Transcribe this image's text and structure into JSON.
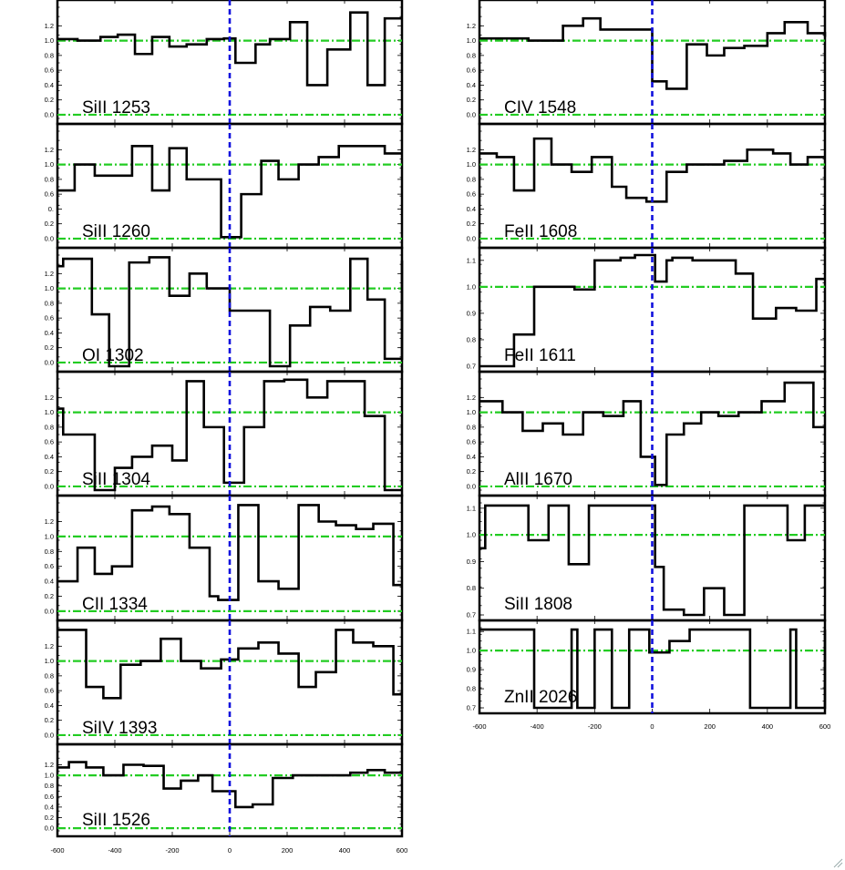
{
  "chart_data": [
    {
      "type": "line",
      "title": "SiII 1253",
      "xlim": [
        -600,
        600
      ],
      "ylim": [
        -0.05,
        1.45
      ],
      "ticks": [
        "0.0",
        "0.2",
        "0.4",
        "0.6",
        "0.8",
        "1.0",
        "1.2"
      ],
      "tick_values": [
        0,
        0.2,
        0.4,
        0.6,
        0.8,
        1.0,
        1.2
      ],
      "ref_levels": [
        0,
        1.0
      ],
      "series": [
        {
          "x": [
            -600,
            -530,
            -450,
            -390,
            -330,
            -270,
            -210,
            -150,
            -80,
            -20,
            20,
            90,
            140,
            210,
            270,
            340,
            420,
            480,
            540,
            600
          ],
          "y": [
            1.02,
            1.0,
            1.05,
            1.08,
            0.82,
            1.05,
            0.92,
            0.95,
            1.02,
            1.03,
            0.7,
            0.95,
            1.02,
            1.25,
            0.4,
            0.88,
            1.38,
            0.4,
            1.3,
            1.3
          ]
        }
      ]
    },
    {
      "type": "line",
      "title": "SiII 1260",
      "xlim": [
        -600,
        600
      ],
      "ylim": [
        -0.05,
        1.45
      ],
      "ticks": [
        "0.0",
        "0.2",
        "0.",
        "0.6",
        "0.8",
        "1.0",
        "1.2"
      ],
      "tick_values": [
        0,
        0.2,
        0.4,
        0.6,
        0.8,
        1.0,
        1.2
      ],
      "ref_levels": [
        0,
        1.0
      ],
      "series": [
        {
          "x": [
            -600,
            -540,
            -470,
            -400,
            -340,
            -270,
            -210,
            -150,
            -30,
            40,
            110,
            170,
            240,
            310,
            380,
            440,
            540,
            600
          ],
          "y": [
            0.65,
            1.0,
            0.85,
            0.85,
            1.25,
            0.65,
            1.22,
            0.8,
            0.02,
            0.6,
            1.05,
            0.8,
            1.0,
            1.1,
            1.25,
            1.25,
            1.15,
            1.15
          ]
        }
      ]
    },
    {
      "type": "line",
      "title": "OI 1302",
      "xlim": [
        -600,
        600
      ],
      "ylim": [
        -0.05,
        1.45
      ],
      "ticks": [
        "0.0",
        "0.2",
        "0.4",
        "0.6",
        "0.8",
        "1.0",
        "1.2"
      ],
      "tick_values": [
        0,
        0.2,
        0.4,
        0.6,
        0.8,
        1.0,
        1.2
      ],
      "ref_levels": [
        0,
        1.0
      ],
      "series": [
        {
          "x": [
            -600,
            -580,
            -480,
            -420,
            -350,
            -280,
            -210,
            -140,
            -80,
            0,
            140,
            210,
            280,
            350,
            420,
            480,
            540,
            600
          ],
          "y": [
            1.3,
            1.4,
            0.65,
            -0.05,
            1.35,
            1.42,
            0.9,
            1.2,
            1.0,
            0.7,
            -0.05,
            0.5,
            0.75,
            0.7,
            1.4,
            0.85,
            0.05,
            1.38
          ]
        }
      ]
    },
    {
      "type": "line",
      "title": "SiII 1304",
      "xlim": [
        -600,
        600
      ],
      "ylim": [
        -0.05,
        1.45
      ],
      "ticks": [
        "0.0",
        "0.2",
        "0.4",
        "0.6",
        "0.8",
        "1.0",
        "1.2"
      ],
      "tick_values": [
        0,
        0.2,
        0.4,
        0.6,
        0.8,
        1.0,
        1.2
      ],
      "ref_levels": [
        0,
        1.0
      ],
      "series": [
        {
          "x": [
            -600,
            -580,
            -470,
            -400,
            -340,
            -270,
            -200,
            -150,
            -90,
            -20,
            50,
            120,
            190,
            270,
            340,
            470,
            540,
            600
          ],
          "y": [
            1.05,
            0.7,
            -0.05,
            0.25,
            0.4,
            0.55,
            0.35,
            1.42,
            0.8,
            0.05,
            0.8,
            1.42,
            1.44,
            1.2,
            1.42,
            0.95,
            -0.05,
            -0.05
          ]
        }
      ]
    },
    {
      "type": "line",
      "title": "CII 1334",
      "xlim": [
        -600,
        600
      ],
      "ylim": [
        -0.05,
        1.45
      ],
      "ticks": [
        "0.0",
        "0.2",
        "0.4",
        "0.6",
        "0.8",
        "1.0",
        "1.2"
      ],
      "tick_values": [
        0,
        0.2,
        0.4,
        0.6,
        0.8,
        1.0,
        1.2
      ],
      "ref_levels": [
        0,
        1.0
      ],
      "series": [
        {
          "x": [
            -600,
            -530,
            -470,
            -410,
            -340,
            -270,
            -210,
            -140,
            -70,
            -40,
            30,
            100,
            170,
            240,
            310,
            370,
            440,
            500,
            570,
            600
          ],
          "y": [
            0.4,
            0.85,
            0.5,
            0.6,
            1.35,
            1.4,
            1.3,
            0.85,
            0.2,
            0.15,
            1.42,
            0.4,
            0.3,
            1.42,
            1.2,
            1.15,
            1.1,
            1.17,
            0.35,
            0.35
          ]
        }
      ]
    },
    {
      "type": "line",
      "title": "SiIV 1393",
      "xlim": [
        -600,
        600
      ],
      "ylim": [
        -0.05,
        1.45
      ],
      "ticks": [
        "0.0",
        "0.2",
        "0.4",
        "0.6",
        "0.8",
        "1.0",
        "1.2"
      ],
      "tick_values": [
        0,
        0.2,
        0.4,
        0.6,
        0.8,
        1.0,
        1.2
      ],
      "ref_levels": [
        0,
        1.0
      ],
      "series": [
        {
          "x": [
            -600,
            -500,
            -440,
            -380,
            -310,
            -240,
            -170,
            -100,
            -30,
            30,
            100,
            170,
            240,
            300,
            370,
            430,
            500,
            570,
            600
          ],
          "y": [
            1.42,
            0.65,
            0.5,
            0.95,
            1.0,
            1.3,
            1.0,
            0.9,
            1.02,
            1.17,
            1.25,
            1.1,
            0.65,
            0.85,
            1.42,
            1.25,
            1.2,
            0.55,
            0.55
          ]
        }
      ]
    },
    {
      "type": "line",
      "title": "SiII 1526",
      "xlim": [
        -600,
        600
      ],
      "ylim": [
        -0.05,
        1.45
      ],
      "ticks": [
        "0.0",
        "0.2",
        "0.4",
        "0.6",
        "0.8",
        "1.0",
        "1.2"
      ],
      "tick_values": [
        0,
        0.2,
        0.4,
        0.6,
        0.8,
        1.0,
        1.2
      ],
      "ref_levels": [
        0,
        1.0
      ],
      "series": [
        {
          "x": [
            -600,
            -560,
            -500,
            -440,
            -370,
            -300,
            -230,
            -170,
            -110,
            -60,
            20,
            80,
            150,
            220,
            280,
            360,
            420,
            480,
            540,
            600
          ],
          "y": [
            1.15,
            1.25,
            1.15,
            1.0,
            1.2,
            1.18,
            0.75,
            0.9,
            1.0,
            0.7,
            0.4,
            0.45,
            0.95,
            1.0,
            1.0,
            1.0,
            1.05,
            1.1,
            1.05,
            1.05
          ]
        }
      ]
    },
    {
      "type": "line",
      "title": "CIV 1548",
      "xlim": [
        -600,
        600
      ],
      "ylim": [
        -0.05,
        1.45
      ],
      "ticks": [
        "0.0",
        "0.2",
        "0.4",
        "0.6",
        "0.8",
        "1.0",
        "1.2"
      ],
      "tick_values": [
        0,
        0.2,
        0.4,
        0.6,
        0.8,
        1.0,
        1.2
      ],
      "ref_levels": [
        0,
        1.0
      ],
      "series": [
        {
          "x": [
            -600,
            -500,
            -430,
            -310,
            -240,
            -180,
            -60,
            0,
            50,
            120,
            190,
            250,
            320,
            400,
            460,
            540,
            600
          ],
          "y": [
            1.03,
            1.03,
            1.0,
            1.2,
            1.3,
            1.15,
            1.15,
            0.45,
            0.35,
            0.95,
            0.8,
            0.9,
            0.93,
            1.1,
            1.25,
            1.1,
            1.05
          ]
        }
      ]
    },
    {
      "type": "line",
      "title": "FeII 1608",
      "xlim": [
        -600,
        600
      ],
      "ylim": [
        -0.05,
        1.45
      ],
      "ticks": [
        "0.0",
        "0.2",
        "0.4",
        "0.6",
        "0.8",
        "1.0",
        "1.2"
      ],
      "tick_values": [
        0,
        0.2,
        0.4,
        0.6,
        0.8,
        1.0,
        1.2
      ],
      "ref_levels": [
        0,
        1.0
      ],
      "series": [
        {
          "x": [
            -600,
            -540,
            -480,
            -410,
            -350,
            -280,
            -210,
            -140,
            -90,
            -20,
            50,
            120,
            170,
            250,
            330,
            420,
            480,
            540,
            600
          ],
          "y": [
            1.15,
            1.1,
            0.65,
            1.35,
            1.0,
            0.9,
            1.1,
            0.7,
            0.55,
            0.5,
            0.9,
            1.0,
            1.0,
            1.05,
            1.2,
            1.15,
            1.0,
            1.1,
            1.1
          ]
        }
      ]
    },
    {
      "type": "line",
      "title": "FeII 1611",
      "xlim": [
        -600,
        600
      ],
      "ylim": [
        0.7,
        1.12
      ],
      "ticks": [
        "0.7",
        "0.8",
        "0.9",
        "1.0",
        "1.1"
      ],
      "tick_values": [
        0.7,
        0.8,
        0.9,
        1.0,
        1.1
      ],
      "ref_levels": [
        1.0
      ],
      "series": [
        {
          "x": [
            -600,
            -560,
            -480,
            -410,
            -340,
            -270,
            -200,
            -110,
            -60,
            10,
            50,
            70,
            140,
            210,
            290,
            350,
            430,
            500,
            570,
            600
          ],
          "y": [
            0.7,
            0.7,
            0.82,
            1.0,
            1.0,
            0.99,
            1.1,
            1.11,
            1.12,
            1.02,
            1.1,
            1.11,
            1.1,
            1.1,
            1.05,
            0.88,
            0.92,
            0.91,
            1.03,
            1.03
          ]
        }
      ]
    },
    {
      "type": "line",
      "title": "AlII 1670",
      "xlim": [
        -600,
        600
      ],
      "ylim": [
        -0.05,
        1.45
      ],
      "ticks": [
        "0.0",
        "0.2",
        "0.4",
        "0.6",
        "0.8",
        "1.0",
        "1.2"
      ],
      "tick_values": [
        0,
        0.2,
        0.4,
        0.6,
        0.8,
        1.0,
        1.2
      ],
      "ref_levels": [
        0,
        1.0
      ],
      "series": [
        {
          "x": [
            -600,
            -520,
            -450,
            -380,
            -310,
            -240,
            -170,
            -100,
            -40,
            10,
            50,
            110,
            170,
            230,
            300,
            380,
            460,
            510,
            560,
            600
          ],
          "y": [
            1.15,
            1.0,
            0.75,
            0.85,
            0.7,
            1.0,
            0.95,
            1.15,
            0.4,
            0.02,
            0.7,
            0.85,
            1.0,
            0.95,
            1.0,
            1.15,
            1.4,
            1.4,
            0.8,
            0.8
          ]
        }
      ]
    },
    {
      "type": "line",
      "title": "SiII 1808",
      "xlim": [
        -600,
        600
      ],
      "ylim": [
        0.7,
        1.12
      ],
      "ticks": [
        "0.7",
        "0.8",
        "0.9",
        "1.0",
        "1.1"
      ],
      "tick_values": [
        0.7,
        0.8,
        0.9,
        1.0,
        1.1
      ],
      "ref_levels": [
        1.0
      ],
      "series": [
        {
          "x": [
            -600,
            -580,
            -430,
            -360,
            -290,
            -220,
            -20,
            10,
            40,
            110,
            180,
            250,
            320,
            470,
            530,
            600
          ],
          "y": [
            0.95,
            1.11,
            0.98,
            1.11,
            0.89,
            1.11,
            1.11,
            0.88,
            0.72,
            0.7,
            0.8,
            0.7,
            1.11,
            0.98,
            1.11,
            1.11
          ]
        }
      ]
    },
    {
      "type": "line",
      "title": "ZnII 2026",
      "xlim": [
        -600,
        600
      ],
      "ylim": [
        0.7,
        1.12
      ],
      "ticks": [
        "0.7",
        "0.8",
        "0.9",
        "1.0",
        "1.1"
      ],
      "tick_values": [
        0.7,
        0.8,
        0.9,
        1.0,
        1.1
      ],
      "ref_levels": [
        1.0
      ],
      "series": [
        {
          "x": [
            -600,
            -430,
            -410,
            -280,
            -260,
            -200,
            -140,
            -80,
            -10,
            60,
            130,
            200,
            340,
            480,
            500,
            600
          ],
          "y": [
            1.11,
            1.11,
            0.7,
            1.11,
            0.7,
            1.11,
            0.7,
            1.11,
            0.99,
            1.05,
            1.11,
            1.11,
            0.7,
            1.11,
            0.7,
            1.11
          ]
        }
      ]
    }
  ],
  "xaxis_ticks": [
    "-600",
    "-400",
    "-200",
    "0",
    "200",
    "400",
    "600"
  ],
  "xaxis_tick_values": [
    -600,
    -400,
    -200,
    0,
    200,
    400,
    600
  ],
  "colors": {
    "spectrum": "#000000",
    "reference": "#22cc22",
    "zero_velocity": "#1111dd"
  }
}
